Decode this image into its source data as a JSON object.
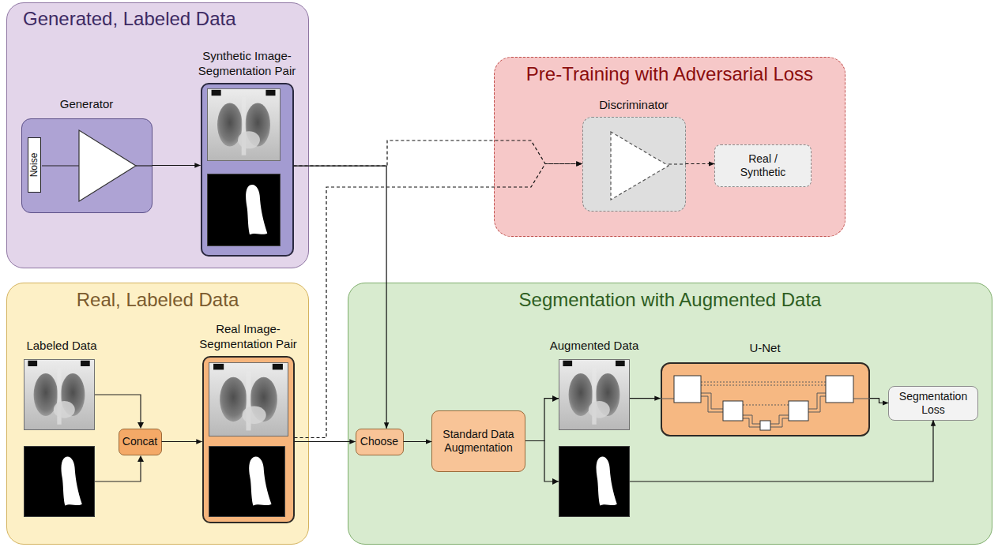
{
  "diagram": {
    "nodes": [
      {
        "text": [
          "Generated, Labeled Data"
        ]
      },
      {
        "text": [
          "Generator"
        ],
        "in": 0
      },
      {
        "text": [
          "Noise"
        ],
        "in": 1
      },
      {
        "text": [
          "Synthetic Image- Segmentation Pair"
        ],
        "in": 0
      },
      {
        "text": [
          "Pre-Training with Adversarial Loss"
        ]
      },
      {
        "text": [
          "Discriminator"
        ],
        "in": 4
      },
      {
        "text": [
          "Real / Synthetic"
        ],
        "in": 4
      },
      {
        "text": [
          "Real, Labeled Data"
        ]
      },
      {
        "text": [
          "Concat"
        ],
        "in": 7
      },
      {
        "text": [
          "Real Image- Segmentation Pair"
        ],
        "in": 7
      },
      {
        "text": [
          "Segmentation with Augmented Data"
        ]
      },
      {
        "text": [
          "Choose"
        ],
        "in": 10
      },
      {
        "text": [
          "Standard Data Augmentation"
        ],
        "in": 10
      },
      {
        "text": [
          "U-Net"
        ],
        "in": 10
      },
      {
        "text": [
          "Segmentation Loss"
        ],
        "in": 10
      }
    ],
    "edges": [
      {
        "from": 1,
        "to": 3,
        "arrow": "to"
      },
      {
        "from": 3,
        "to": 11,
        "arrow": "to"
      },
      {
        "from": 3,
        "to": 5,
        "arrow": "to"
      },
      {
        "from": 9,
        "to": 5,
        "arrow": "to"
      },
      {
        "from": 5,
        "to": 6,
        "arrow": "to"
      },
      {
        "from": 8,
        "to": 9,
        "arrow": "to"
      },
      {
        "from": 9,
        "to": 11,
        "arrow": "to"
      },
      {
        "from": 11,
        "to": 12,
        "arrow": "to"
      },
      {
        "from": 12,
        "to": 13,
        "arrow": "to"
      },
      {
        "from": 12,
        "to": 14,
        "arrow": "to"
      },
      {
        "from": 13,
        "to": 14,
        "arrow": "to"
      }
    ],
    "labels": [
      "Labeled Data",
      "Augmented Data"
    ]
  }
}
